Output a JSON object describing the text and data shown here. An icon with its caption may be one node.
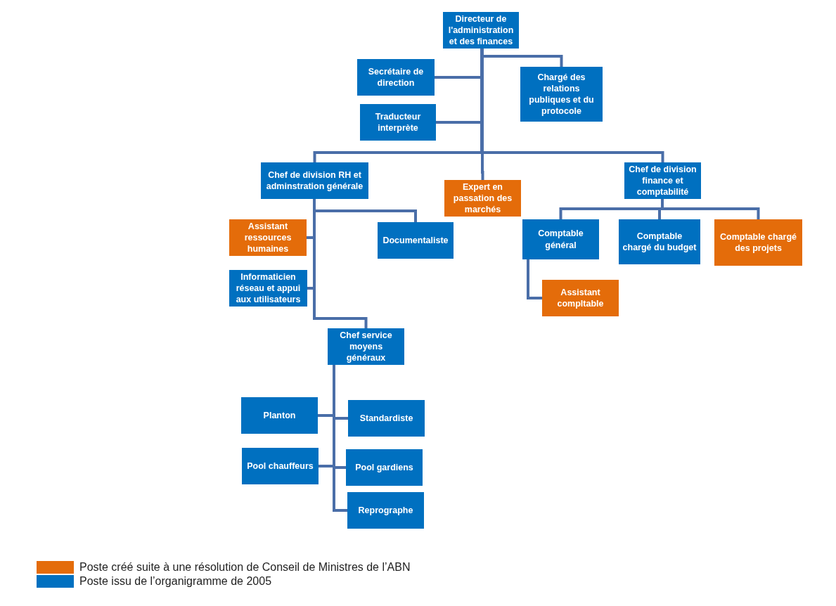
{
  "diagram": {
    "nodes": [
      {
        "text": [
          "Directeur de l'administration et des finances"
        ]
      },
      {
        "text": [
          "Secrétaire de direction"
        ]
      },
      {
        "text": [
          "Chargé des relations publiques et du protocole"
        ]
      },
      {
        "text": [
          "Traducteur interprète"
        ]
      },
      {
        "text": [
          "Chef de division RH et adminstration générale"
        ]
      },
      {
        "text": [
          "Expert en passation des marchés"
        ]
      },
      {
        "text": [
          "Chef de division finance et comptabilité"
        ]
      },
      {
        "text": [
          "Assistant ressources humaines"
        ]
      },
      {
        "text": [
          "Documentaliste"
        ]
      },
      {
        "text": [
          "Comptable général"
        ]
      },
      {
        "text": [
          "Comptable chargé du budget"
        ]
      },
      {
        "text": [
          "Comptable chargé des projets"
        ]
      },
      {
        "text": [
          "Informaticien réseau et appui aux utilisateurs"
        ]
      },
      {
        "text": [
          "Assistant compltable"
        ]
      },
      {
        "text": [
          "Chef service moyens généraux"
        ]
      },
      {
        "text": [
          "Planton"
        ]
      },
      {
        "text": [
          "Standardiste"
        ]
      },
      {
        "text": [
          "Pool chauffeurs"
        ]
      },
      {
        "text": [
          "Pool gardiens"
        ]
      },
      {
        "text": [
          "Reprographe"
        ]
      }
    ],
    "edges": [
      {
        "from": 0,
        "to": 1,
        "arrow": "none"
      },
      {
        "from": 0,
        "to": 2,
        "arrow": "none"
      },
      {
        "from": 0,
        "to": 3,
        "arrow": "none"
      },
      {
        "from": 0,
        "to": 4,
        "arrow": "none"
      },
      {
        "from": 0,
        "to": 5,
        "arrow": "none"
      },
      {
        "from": 0,
        "to": 6,
        "arrow": "none"
      },
      {
        "from": 4,
        "to": 7,
        "arrow": "none"
      },
      {
        "from": 4,
        "to": 8,
        "arrow": "none"
      },
      {
        "from": 4,
        "to": 12,
        "arrow": "none"
      },
      {
        "from": 4,
        "to": 14,
        "arrow": "none"
      },
      {
        "from": 6,
        "to": 9,
        "arrow": "none"
      },
      {
        "from": 6,
        "to": 10,
        "arrow": "none"
      },
      {
        "from": 6,
        "to": 11,
        "arrow": "none"
      },
      {
        "from": 9,
        "to": 13,
        "arrow": "none"
      },
      {
        "from": 14,
        "to": 15,
        "arrow": "none"
      },
      {
        "from": 14,
        "to": 16,
        "arrow": "none"
      },
      {
        "from": 14,
        "to": 17,
        "arrow": "none"
      },
      {
        "from": 14,
        "to": 18,
        "arrow": "none"
      },
      {
        "from": 14,
        "to": 19,
        "arrow": "none"
      }
    ],
    "legend": [
      {
        "text": "Poste créé suite à une résolution de Conseil de Ministres de l’ABN",
        "color": "#e46c0a"
      },
      {
        "text": "Poste issu de l’organigramme de 2005",
        "color": "#0070c0"
      }
    ]
  }
}
